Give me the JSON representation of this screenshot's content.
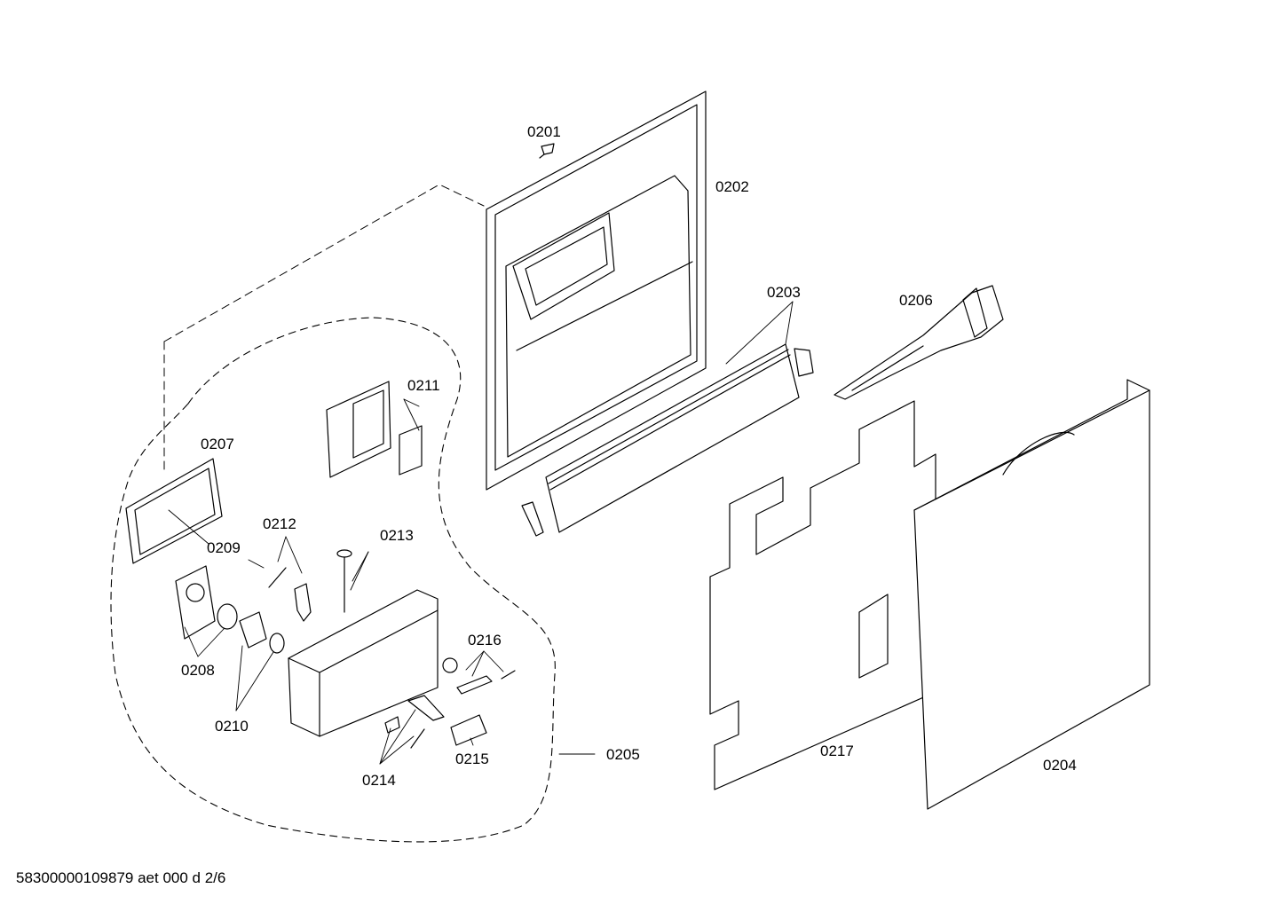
{
  "parts": {
    "p0201": "0201",
    "p0202": "0202",
    "p0203": "0203",
    "p0204": "0204",
    "p0205": "0205",
    "p0206": "0206",
    "p0207": "0207",
    "p0208": "0208",
    "p0209": "0209",
    "p0210": "0210",
    "p0211": "0211",
    "p0212": "0212",
    "p0213": "0213",
    "p0214": "0214",
    "p0215": "0215",
    "p0216": "0216",
    "p0217": "0217"
  },
  "footer": "58300000109879 aet 000 d 2/6"
}
